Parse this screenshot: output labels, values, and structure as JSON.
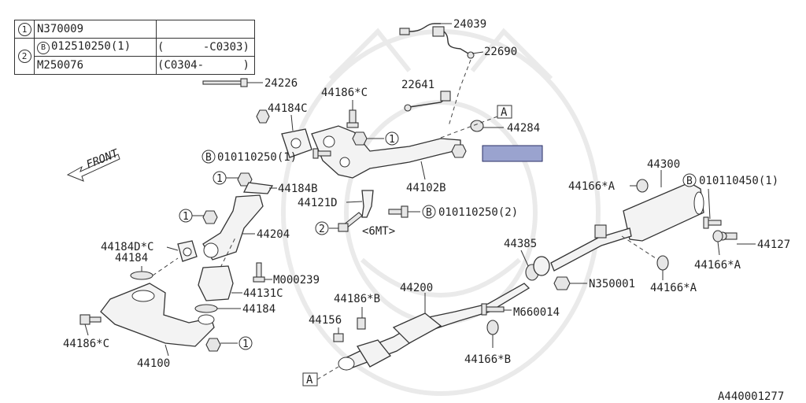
{
  "legend": {
    "rows": [
      {
        "ref": "1",
        "part": "N370009",
        "range": ""
      },
      {
        "ref": "2",
        "prefix": "B",
        "part": "012510250(1)",
        "range_open": "(",
        "range": "-C0303",
        "range_close": ")"
      },
      {
        "ref": "",
        "part": "M250076",
        "range_open": "(",
        "range": "C0304-",
        "range_close": ")"
      }
    ]
  },
  "labels": {
    "p24039": "24039",
    "p22690": "22690",
    "p24226": "24226",
    "p22641": "22641",
    "p44186c_top": "44186*C",
    "p44184c": "44184C",
    "p44284": "44284",
    "p010110250_1": "010110250(1)",
    "p44102b": "44102B",
    "p44184b": "44184B",
    "p44121d": "44121D",
    "p010110250_2": "010110250(2)",
    "p6mt": "<6MT>",
    "p44204": "44204",
    "p44184dc": "44184D*C",
    "p44184_a": "44184",
    "pm000239": "M000239",
    "p44131c": "44131C",
    "p44184_b": "44184",
    "p44186c_bot": "44186*C",
    "p44100": "44100",
    "p44300": "44300",
    "p44166a_1": "44166*A",
    "p010110450_1": "010110450(1)",
    "p44127": "44127",
    "p44166a_2": "44166*A",
    "p44385": "44385",
    "pn350001": "N350001",
    "p44166a_3": "44166*A",
    "p44200": "44200",
    "p44186b": "44186*B",
    "p44156": "44156",
    "pm660014": "M660014",
    "p44166b": "44166*B",
    "front": "FRONT",
    "ref_a": "A",
    "figure_id": "A440001277"
  },
  "callouts": {
    "one": "1",
    "two": "2",
    "b": "B"
  },
  "colors": {
    "highlight": "#9aa3cf",
    "line": "#333333"
  }
}
